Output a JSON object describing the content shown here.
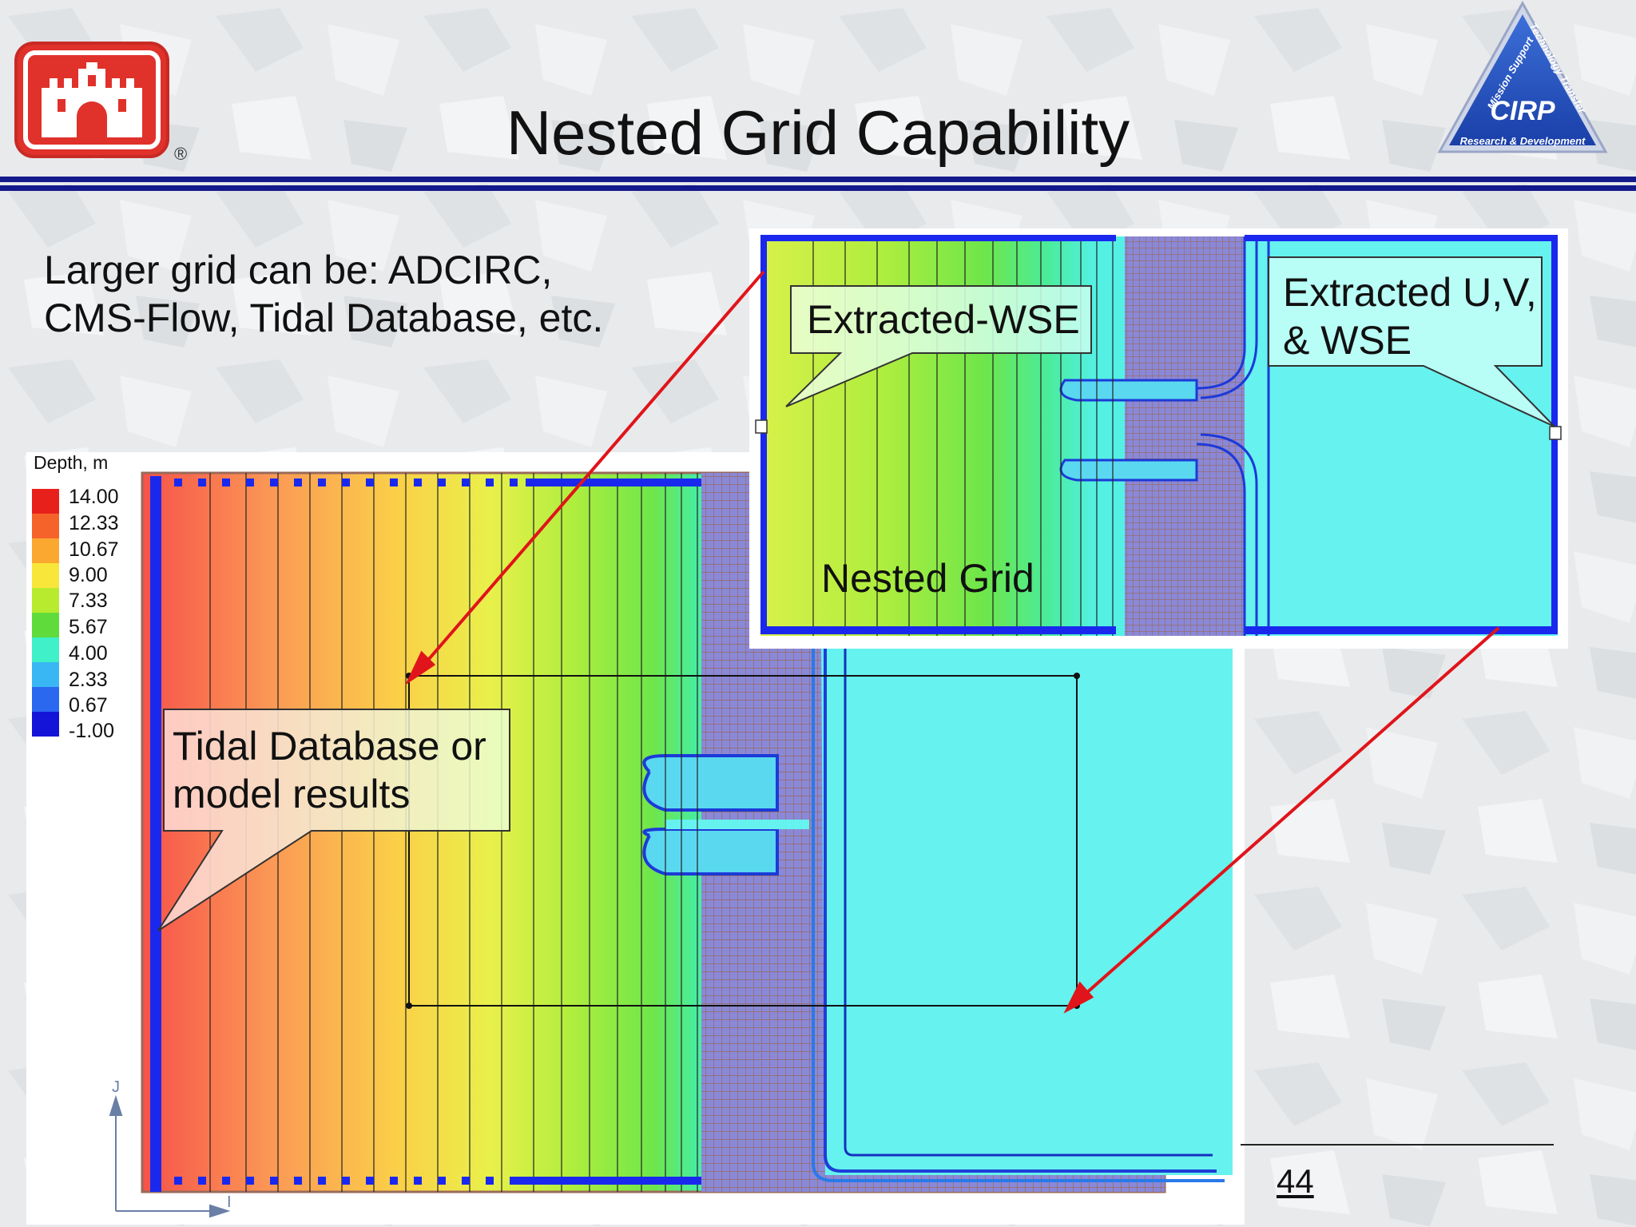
{
  "slide": {
    "title": "Nested Grid Capability",
    "bullet_lines": [
      "Larger grid can be: ADCIRC,",
      "CMS-Flow, Tidal Database, etc."
    ],
    "page_number": "44",
    "registered_mark": "®"
  },
  "badge": {
    "top_left_text": "Mission Support",
    "top_right_text": "Technology Transfer",
    "center_text": "CIRP",
    "bottom_text": "Research & Development",
    "color": "#1a3fa8"
  },
  "logo": {
    "icon": "castle-icon",
    "color": "#e0312b"
  },
  "legend": {
    "title": "Depth, m",
    "entries": [
      {
        "label": "14.00",
        "color": "#e8201c"
      },
      {
        "label": "12.33",
        "color": "#f5632a"
      },
      {
        "label": "10.67",
        "color": "#fba830"
      },
      {
        "label": "9.00",
        "color": "#f8e63a"
      },
      {
        "label": "7.33",
        "color": "#b8ea2e"
      },
      {
        "label": "5.67",
        "color": "#5fdc3b"
      },
      {
        "label": "4.00",
        "color": "#3ff0c8"
      },
      {
        "label": "2.33",
        "color": "#39b7f4"
      },
      {
        "label": "0.67",
        "color": "#2a68f0"
      },
      {
        "label": "-1.00",
        "color": "#1414d8"
      }
    ]
  },
  "callouts": {
    "tidal": [
      "Tidal Database or",
      "model results"
    ],
    "wse": "Extracted-WSE",
    "uv": [
      "Extracted U,V,",
      "& WSE"
    ],
    "nested": "Nested Grid"
  },
  "axes": {
    "j": "J",
    "i": "I"
  }
}
